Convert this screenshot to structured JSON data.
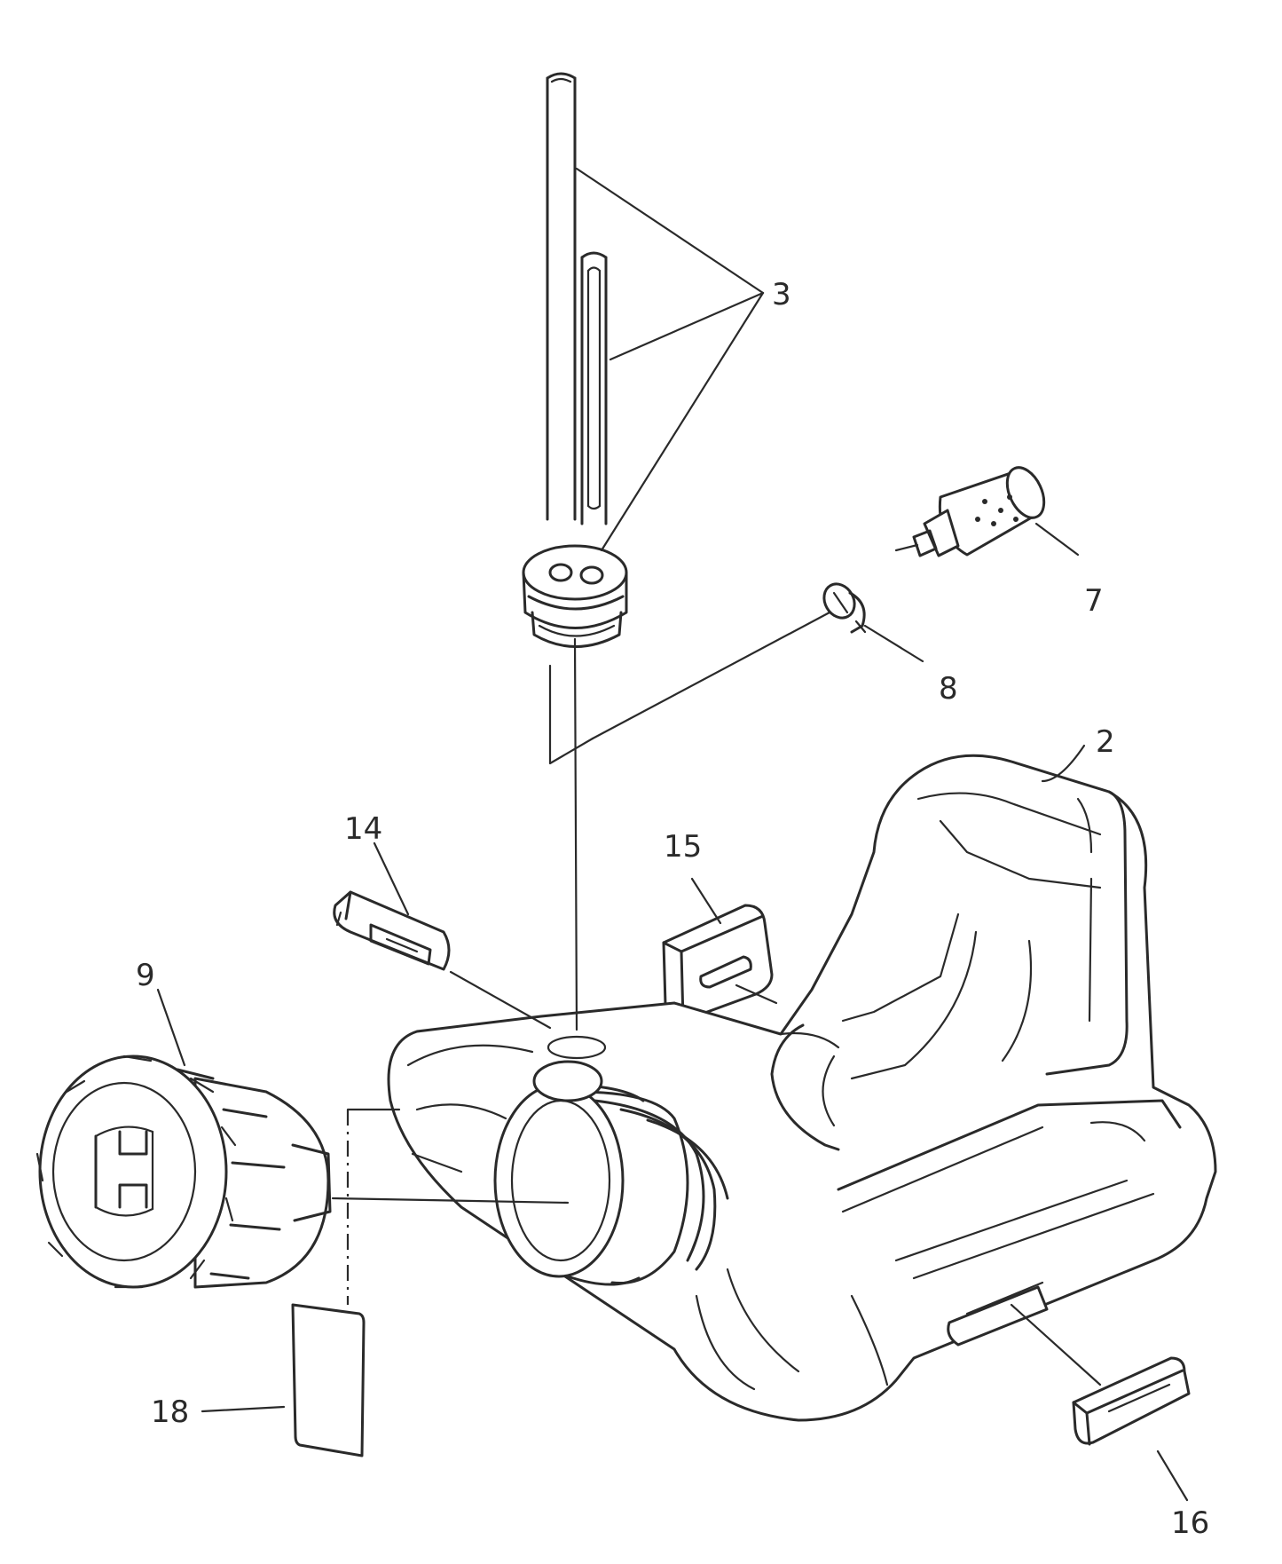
{
  "diagram": {
    "callouts": {
      "c2": "2",
      "c3": "3",
      "c7": "7",
      "c8": "8",
      "c9": "9",
      "c14": "14",
      "c15": "15",
      "c16": "16",
      "c18": "18"
    }
  }
}
